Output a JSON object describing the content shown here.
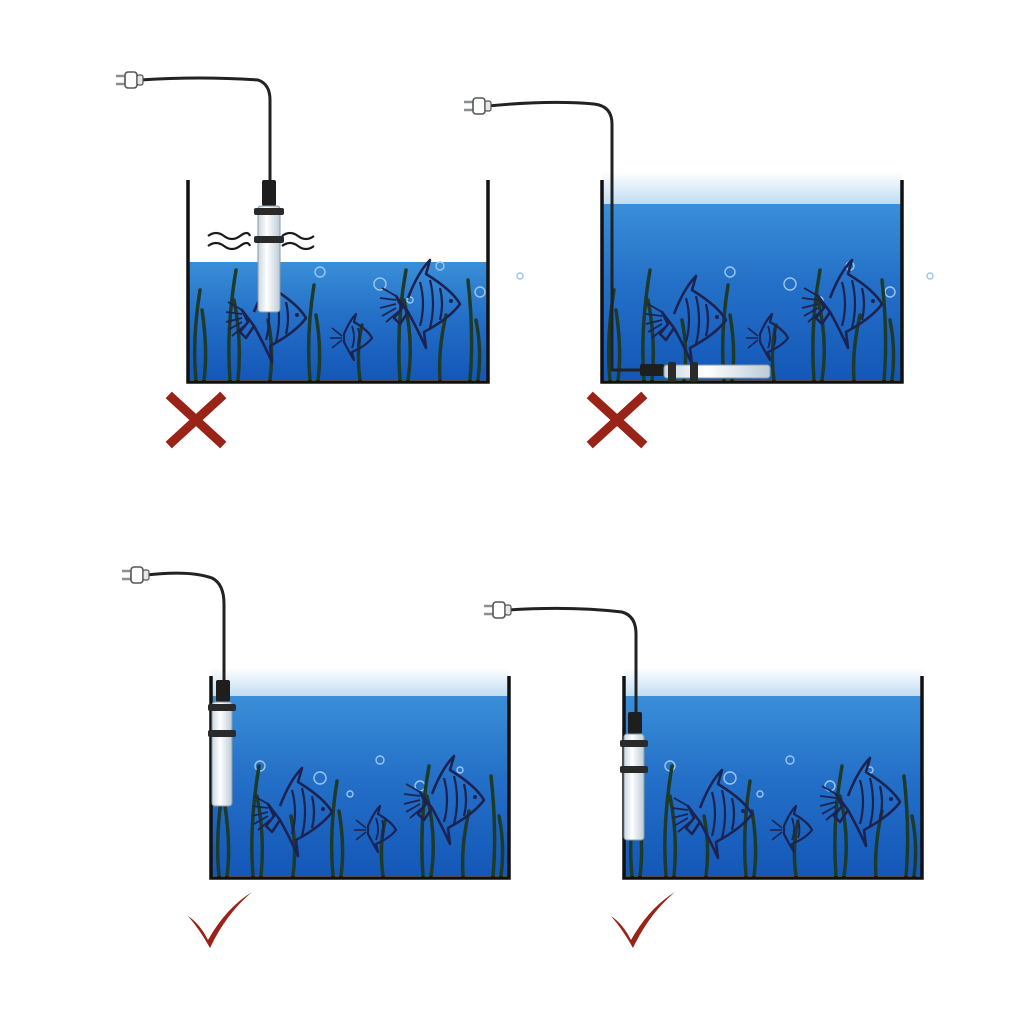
{
  "colors": {
    "background": "#ffffff",
    "water_top": "#3a8fd8",
    "water_bottom": "#1457b8",
    "tank_wall": "#111111",
    "cable": "#222222",
    "heater": "#f2f5f8",
    "fish": "#1c2350",
    "plant": "#1e3b2a",
    "mark": "#9a2318"
  },
  "icons": {
    "wrong_mark": "cross-mark-icon",
    "correct_mark": "check-mark-icon",
    "plug": "power-plug-icon",
    "fish": "angelfish-icon",
    "heat_waves": "heat-wave-icon"
  },
  "panels": [
    {
      "id": "heater-exposed-above-water",
      "verdict": "wrong"
    },
    {
      "id": "heater-lying-flat-on-bottom",
      "verdict": "wrong"
    },
    {
      "id": "heater-vertical-left",
      "verdict": "correct"
    },
    {
      "id": "heater-vertical-angled",
      "verdict": "correct"
    }
  ]
}
